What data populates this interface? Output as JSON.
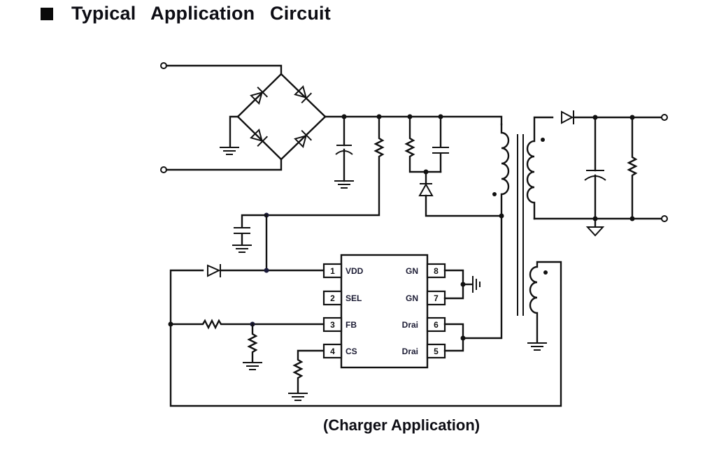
{
  "section": {
    "bullet_icon": "square-bullet",
    "title": "Typical   Application   Circuit"
  },
  "ic": {
    "pins_left": [
      {
        "number": "1",
        "name": "VDD"
      },
      {
        "number": "2",
        "name": "SEL"
      },
      {
        "number": "3",
        "name": "FB"
      },
      {
        "number": "4",
        "name": "CS"
      }
    ],
    "pins_right": [
      {
        "number": "8",
        "name": "GN"
      },
      {
        "number": "7",
        "name": "GN"
      },
      {
        "number": "6",
        "name": "Drai"
      },
      {
        "number": "5",
        "name": "Drai"
      }
    ]
  },
  "components": {
    "bridge_rectifier": "bridge-rectifier (4 diodes)",
    "input_terminals": 2,
    "output_terminals": 2,
    "transformer_windings": [
      "primary",
      "secondary",
      "auxiliary"
    ]
  },
  "caption": "(Charger Application)"
}
